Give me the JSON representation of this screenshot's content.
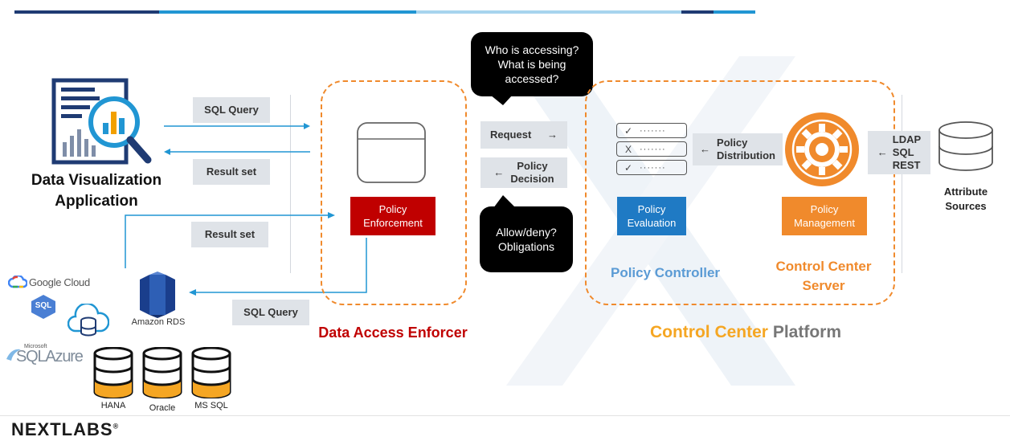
{
  "top_bar": {
    "colors": [
      "#1f3b73",
      "#2196d3",
      "#a7d4ee",
      "#1f3b73",
      "#2196d3"
    ]
  },
  "left": {
    "app_title_line1": "Data Visualization",
    "app_title_line2": "Application",
    "sql_query_top": "SQL Query",
    "result_set_top": "Result set",
    "result_set_bottom": "Result set",
    "sql_query_bottom": "SQL Query",
    "amazon_rds": "Amazon RDS",
    "google_cloud": "Google Cloud",
    "sql_badge": "SQL",
    "microsoft": "Microsoft",
    "sql_azure": "SQLAzure",
    "hana": "HANA",
    "oracle": "Oracle",
    "ms_sql": "MS SQL"
  },
  "enforcer": {
    "policy_enforcement_line1": "Policy",
    "policy_enforcement_line2": "Enforcement",
    "title": "Data Access Enforcer"
  },
  "middle": {
    "bubble_top_line1": "Who is accessing?",
    "bubble_top_line2": "What is being",
    "bubble_top_line3": "accessed?",
    "request": "Request",
    "policy_decision_line1": "Policy",
    "policy_decision_line2": "Decision",
    "bubble_bottom_line1": "Allow/deny?",
    "bubble_bottom_line2": "Obligations",
    "arrow_right": "→",
    "arrow_left": "←"
  },
  "platform": {
    "policy_distribution_line1": "Policy",
    "policy_distribution_line2": "Distribution",
    "policy_evaluation_line1": "Policy",
    "policy_evaluation_line2": "Evaluation",
    "policy_management_line1": "Policy",
    "policy_management_line2": "Management",
    "policy_controller": "Policy Controller",
    "control_center_server_line1": "Control Center",
    "control_center_server_line2": "Server",
    "platform_title_orange": "Control Center",
    "platform_title_gray": "Platform",
    "rule_check": "✓",
    "rule_cross": "X",
    "rule_dots": "·······"
  },
  "right": {
    "ldap": "LDAP",
    "sql": "SQL",
    "rest": "REST",
    "attribute_line1": "Attribute",
    "attribute_line2": "Sources",
    "arrow_left": "←"
  },
  "footer": {
    "brand": "NEXTLABS",
    "reg": "®"
  },
  "colors": {
    "orange": "#f08a2c",
    "red": "#c00000",
    "blue": "#1f7ac4",
    "gray_box": "#dfe3e8"
  }
}
